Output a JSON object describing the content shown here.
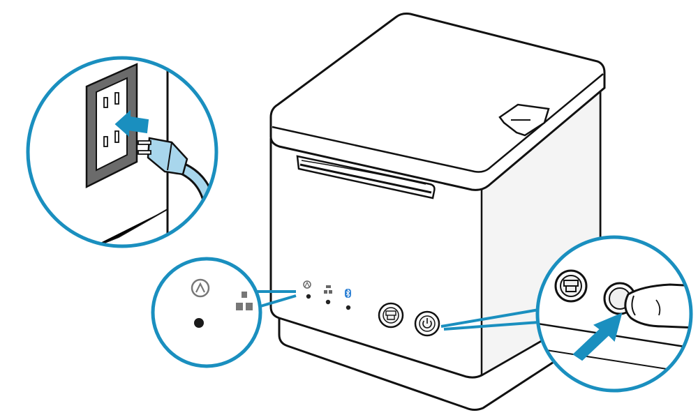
{
  "colors": {
    "accent": "#1a8fbf",
    "outline": "#111111",
    "surface": "#ffffff",
    "shade": "#ececec",
    "cable": "#a8d6ec",
    "plate": "#6b6b6b",
    "indicator_bluetooth": "#2a7fd4"
  },
  "icons": {
    "outlet_callout": "unplug-from-outlet",
    "indicator_callout": "status-indicator-lamps",
    "button_callout": "press-power-button",
    "power_indicator": "power-status-icon",
    "network_indicator": "network-lan-icon",
    "bluetooth_indicator": "bluetooth-icon",
    "feed_button": "paper-feed-icon",
    "power_button": "power-icon"
  }
}
